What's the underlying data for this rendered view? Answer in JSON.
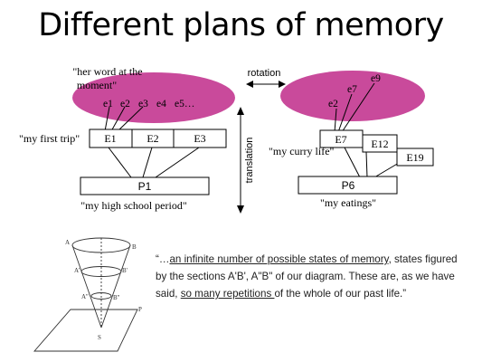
{
  "title": "Different plans of memory",
  "colors": {
    "ellipse": "#c94a9b",
    "line": "#000000"
  },
  "left": {
    "quote_word": "\"her word at the moment\"",
    "quote_word_line1": "\"her word at the",
    "quote_word_line2": "moment\"",
    "events": [
      "e1",
      "e2",
      "e3",
      "e4",
      "e5…"
    ],
    "trip_label": "\"my first trip\"",
    "boxes": [
      "E1",
      "E2",
      "E3"
    ],
    "period_box": "P1",
    "period_label": "\"my high school period\""
  },
  "right": {
    "events": [
      "e2",
      "e7",
      "e9"
    ],
    "curry_label": "\"my curry life\"",
    "boxes": [
      "E7",
      "E12",
      "E19"
    ],
    "period_box": "P6",
    "period_label": "\"my eatings\""
  },
  "arrows": {
    "rotation": "rotation",
    "translation": "translation"
  },
  "cone_labels": [
    "A",
    "B",
    "A'",
    "B'",
    "A''",
    "B''",
    "P",
    "S"
  ],
  "quote": {
    "open": "“…",
    "underline1": "an infinite number of possible states of memory",
    "mid": ", states figured by the sections A'B', A\"B\" of our diagram. These are, as we have said, ",
    "underline2": "so many repetitions ",
    "close": "of the whole of our past life.”"
  }
}
